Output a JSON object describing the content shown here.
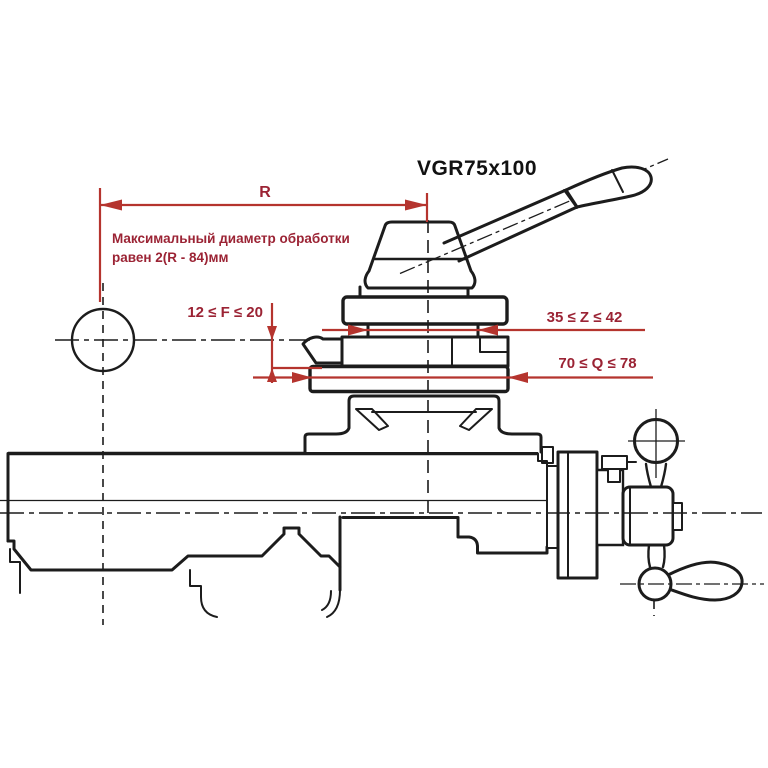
{
  "diagram": {
    "title": "VGR75x100",
    "note": {
      "line1": "Максимальный диаметр обработки",
      "line2": "равен 2(R - 84)мм"
    },
    "dimensions": {
      "radius": "R",
      "f_range": "12 ≤ F ≤ 20",
      "z_range": "35 ≤ Z ≤ 42",
      "q_range": "70 ≤ Q ≤ 78"
    },
    "colors": {
      "dimension_red": "#b5342e",
      "label_maroon": "#9b2334",
      "ink": "#1c1c1c",
      "background": "#ffffff"
    }
  }
}
